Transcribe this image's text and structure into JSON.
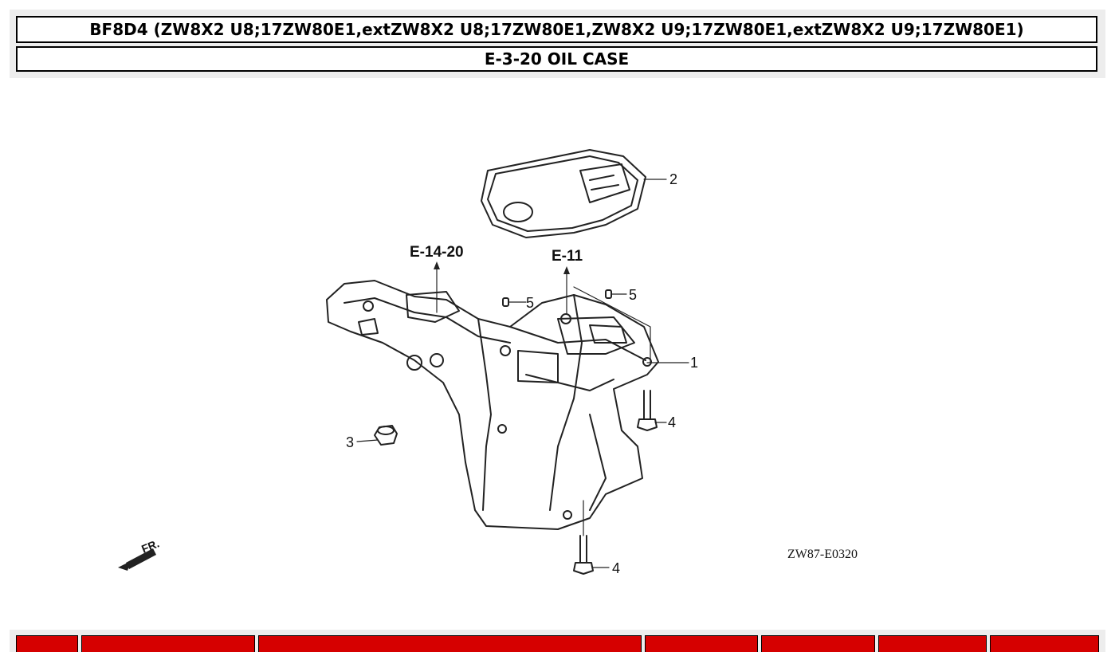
{
  "header": {
    "model_line": "BF8D4 (ZW8X2 U8;17ZW80E1,extZW8X2 U8;17ZW80E1,ZW8X2 U9;17ZW80E1,extZW8X2 U9;17ZW80E1)",
    "section_line": "E-3-20 OIL CASE"
  },
  "diagram": {
    "ref_e14": "E-14-20",
    "ref_e11": "E-11",
    "callouts": [
      "1",
      "2",
      "3",
      "4",
      "4",
      "5",
      "5"
    ],
    "front_label": "FR.",
    "code": "ZW87-E0320"
  },
  "table_header": {
    "columns": [
      "",
      "",
      "",
      "",
      "",
      "",
      ""
    ]
  },
  "colors": {
    "accent": "#d60000",
    "header_border": "#000000"
  }
}
